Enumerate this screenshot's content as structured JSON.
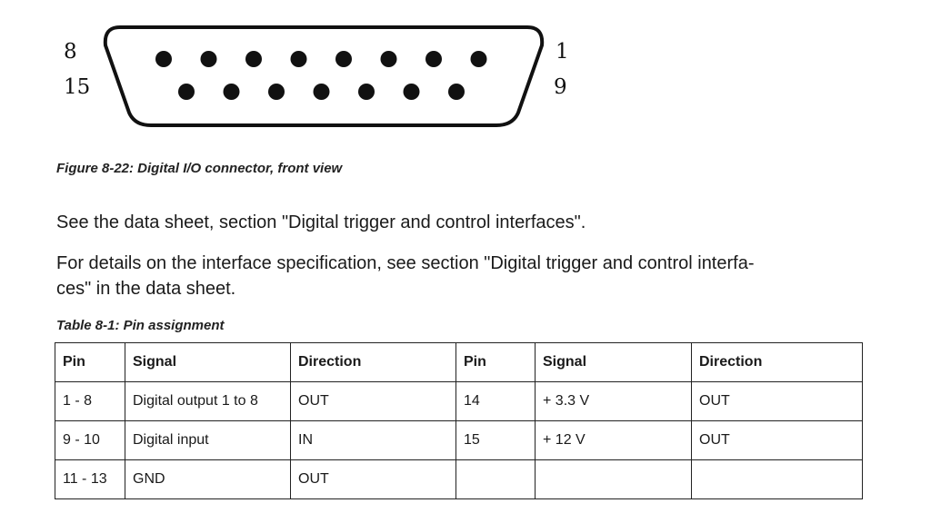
{
  "connector": {
    "labels": {
      "top_left": "8",
      "bottom_left": "15",
      "top_right": "1",
      "bottom_right": "9"
    },
    "pin_rows": [
      8,
      7
    ]
  },
  "figure_caption": "Figure 8-22: Digital I/O connector, front view",
  "paragraphs": [
    "See the data sheet, section \"Digital trigger and control interfaces\".",
    "For details on the interface specification, see section \"Digital trigger and control interfa-",
    "ces\" in the data sheet."
  ],
  "table_caption": "Table 8-1: Pin assignment",
  "table": {
    "headers": [
      "Pin",
      "Signal",
      "Direction",
      "Pin",
      "Signal",
      "Direction"
    ],
    "rows": [
      [
        "1 - 8",
        "Digital output 1 to 8",
        "OUT",
        "14",
        "+ 3.3 V",
        "OUT"
      ],
      [
        "9 - 10",
        "Digital input",
        "IN",
        "15",
        "+ 12 V",
        "OUT"
      ],
      [
        "11 - 13",
        "GND",
        "OUT",
        "",
        "",
        ""
      ]
    ]
  }
}
